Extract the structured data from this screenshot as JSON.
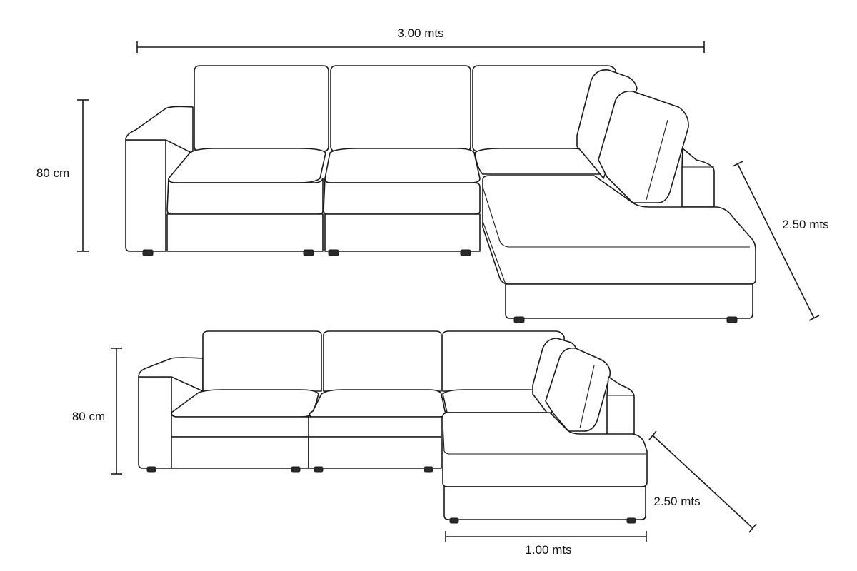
{
  "dimensions": {
    "top": {
      "width": "3.00 mts",
      "height": "80 cm",
      "depth": "2.50 mts"
    },
    "bottom": {
      "height": "80 cm",
      "depth": "2.50 mts",
      "chaise_width": "1.00 mts"
    }
  }
}
